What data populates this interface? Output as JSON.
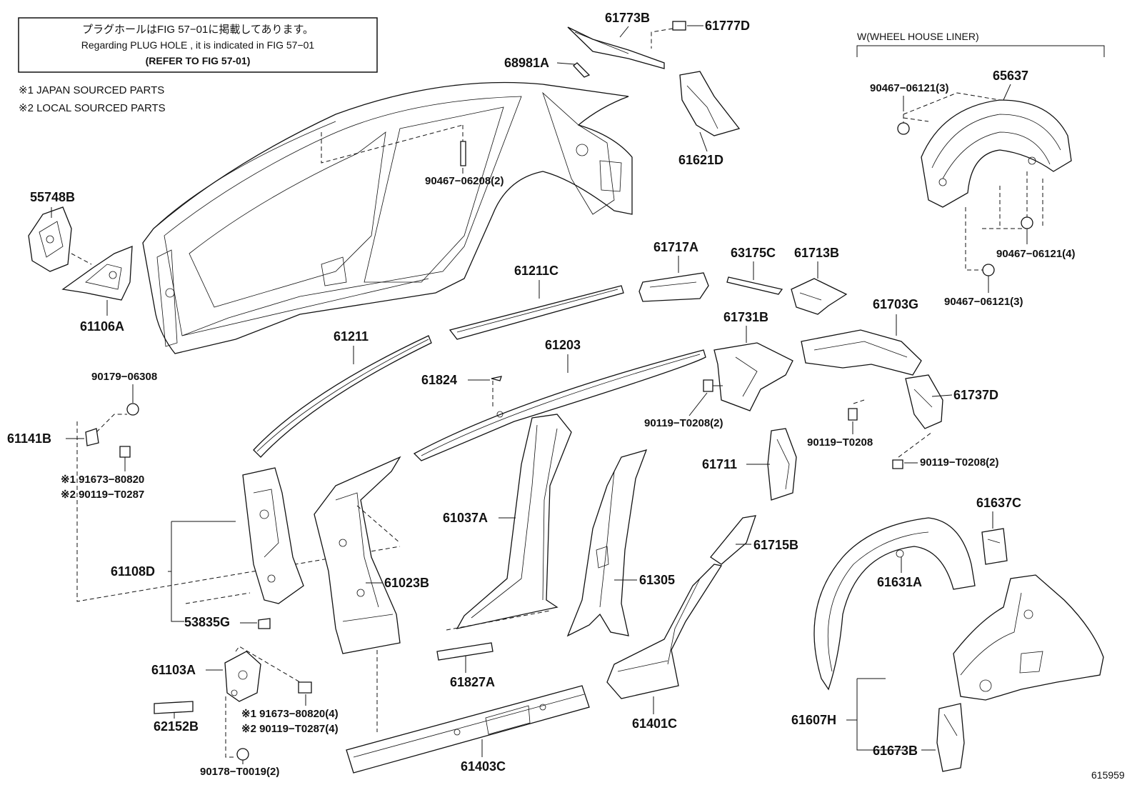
{
  "notice": {
    "line1": "プラグホールはFIG 57−01に掲載してあります。",
    "line2": "Regarding  PLUG  HOLE , it is indicated in FIG  57−01",
    "line3": "(REFER TO FIG 57-01)"
  },
  "legend": {
    "item1": "※1  JAPAN SOURCED PARTS",
    "item2": "※2  LOCAL SOURCED PARTS"
  },
  "group_label": "W(WHEEL HOUSE LINER)",
  "figure_id": "615959",
  "parts": {
    "p61773B": "61773B",
    "p61777D": "61777D",
    "p68981A": "68981A",
    "p61621D": "61621D",
    "p90467_06208": "90467−06208(2)",
    "p55748B": "55748B",
    "p61106A": "61106A",
    "p65637": "65637",
    "p90467_06121_3a": "90467−06121(3)",
    "p90467_06121_4": "90467−06121(4)",
    "p90467_06121_3b": "90467−06121(3)",
    "p61717A": "61717A",
    "p63175C": "63175C",
    "p61713B": "61713B",
    "p61211C": "61211C",
    "p61211": "61211",
    "p61203": "61203",
    "p61731B": "61731B",
    "p61703G": "61703G",
    "p61824": "61824",
    "p90179_06308": "90179−06308",
    "p61141B": "61141B",
    "p91673_80820": "※1 91673−80820",
    "p90119_T0287": "※2 90119−T0287",
    "p90119_T0208_2a": "90119−T0208(2)",
    "p61737D": "61737D",
    "p90119_T0208": "90119−T0208",
    "p90119_T0208_2b": "90119−T0208(2)",
    "p61711": "61711",
    "p61637C": "61637C",
    "p61037A": "61037A",
    "p61108D": "61108D",
    "p61023B": "61023B",
    "p61305": "61305",
    "p61715B": "61715B",
    "p61631A": "61631A",
    "p53835G": "53835G",
    "p61103A": "61103A",
    "p61827A": "61827A",
    "p62152B": "62152B",
    "p91673_80820_4": "※1 91673−80820(4)",
    "p90119_T0287_4": "※2 90119−T0287(4)",
    "p61401C": "61401C",
    "p61607H": "61607H",
    "p61673B": "61673B",
    "p90178_T0019": "90178−T0019(2)",
    "p61403C": "61403C"
  }
}
